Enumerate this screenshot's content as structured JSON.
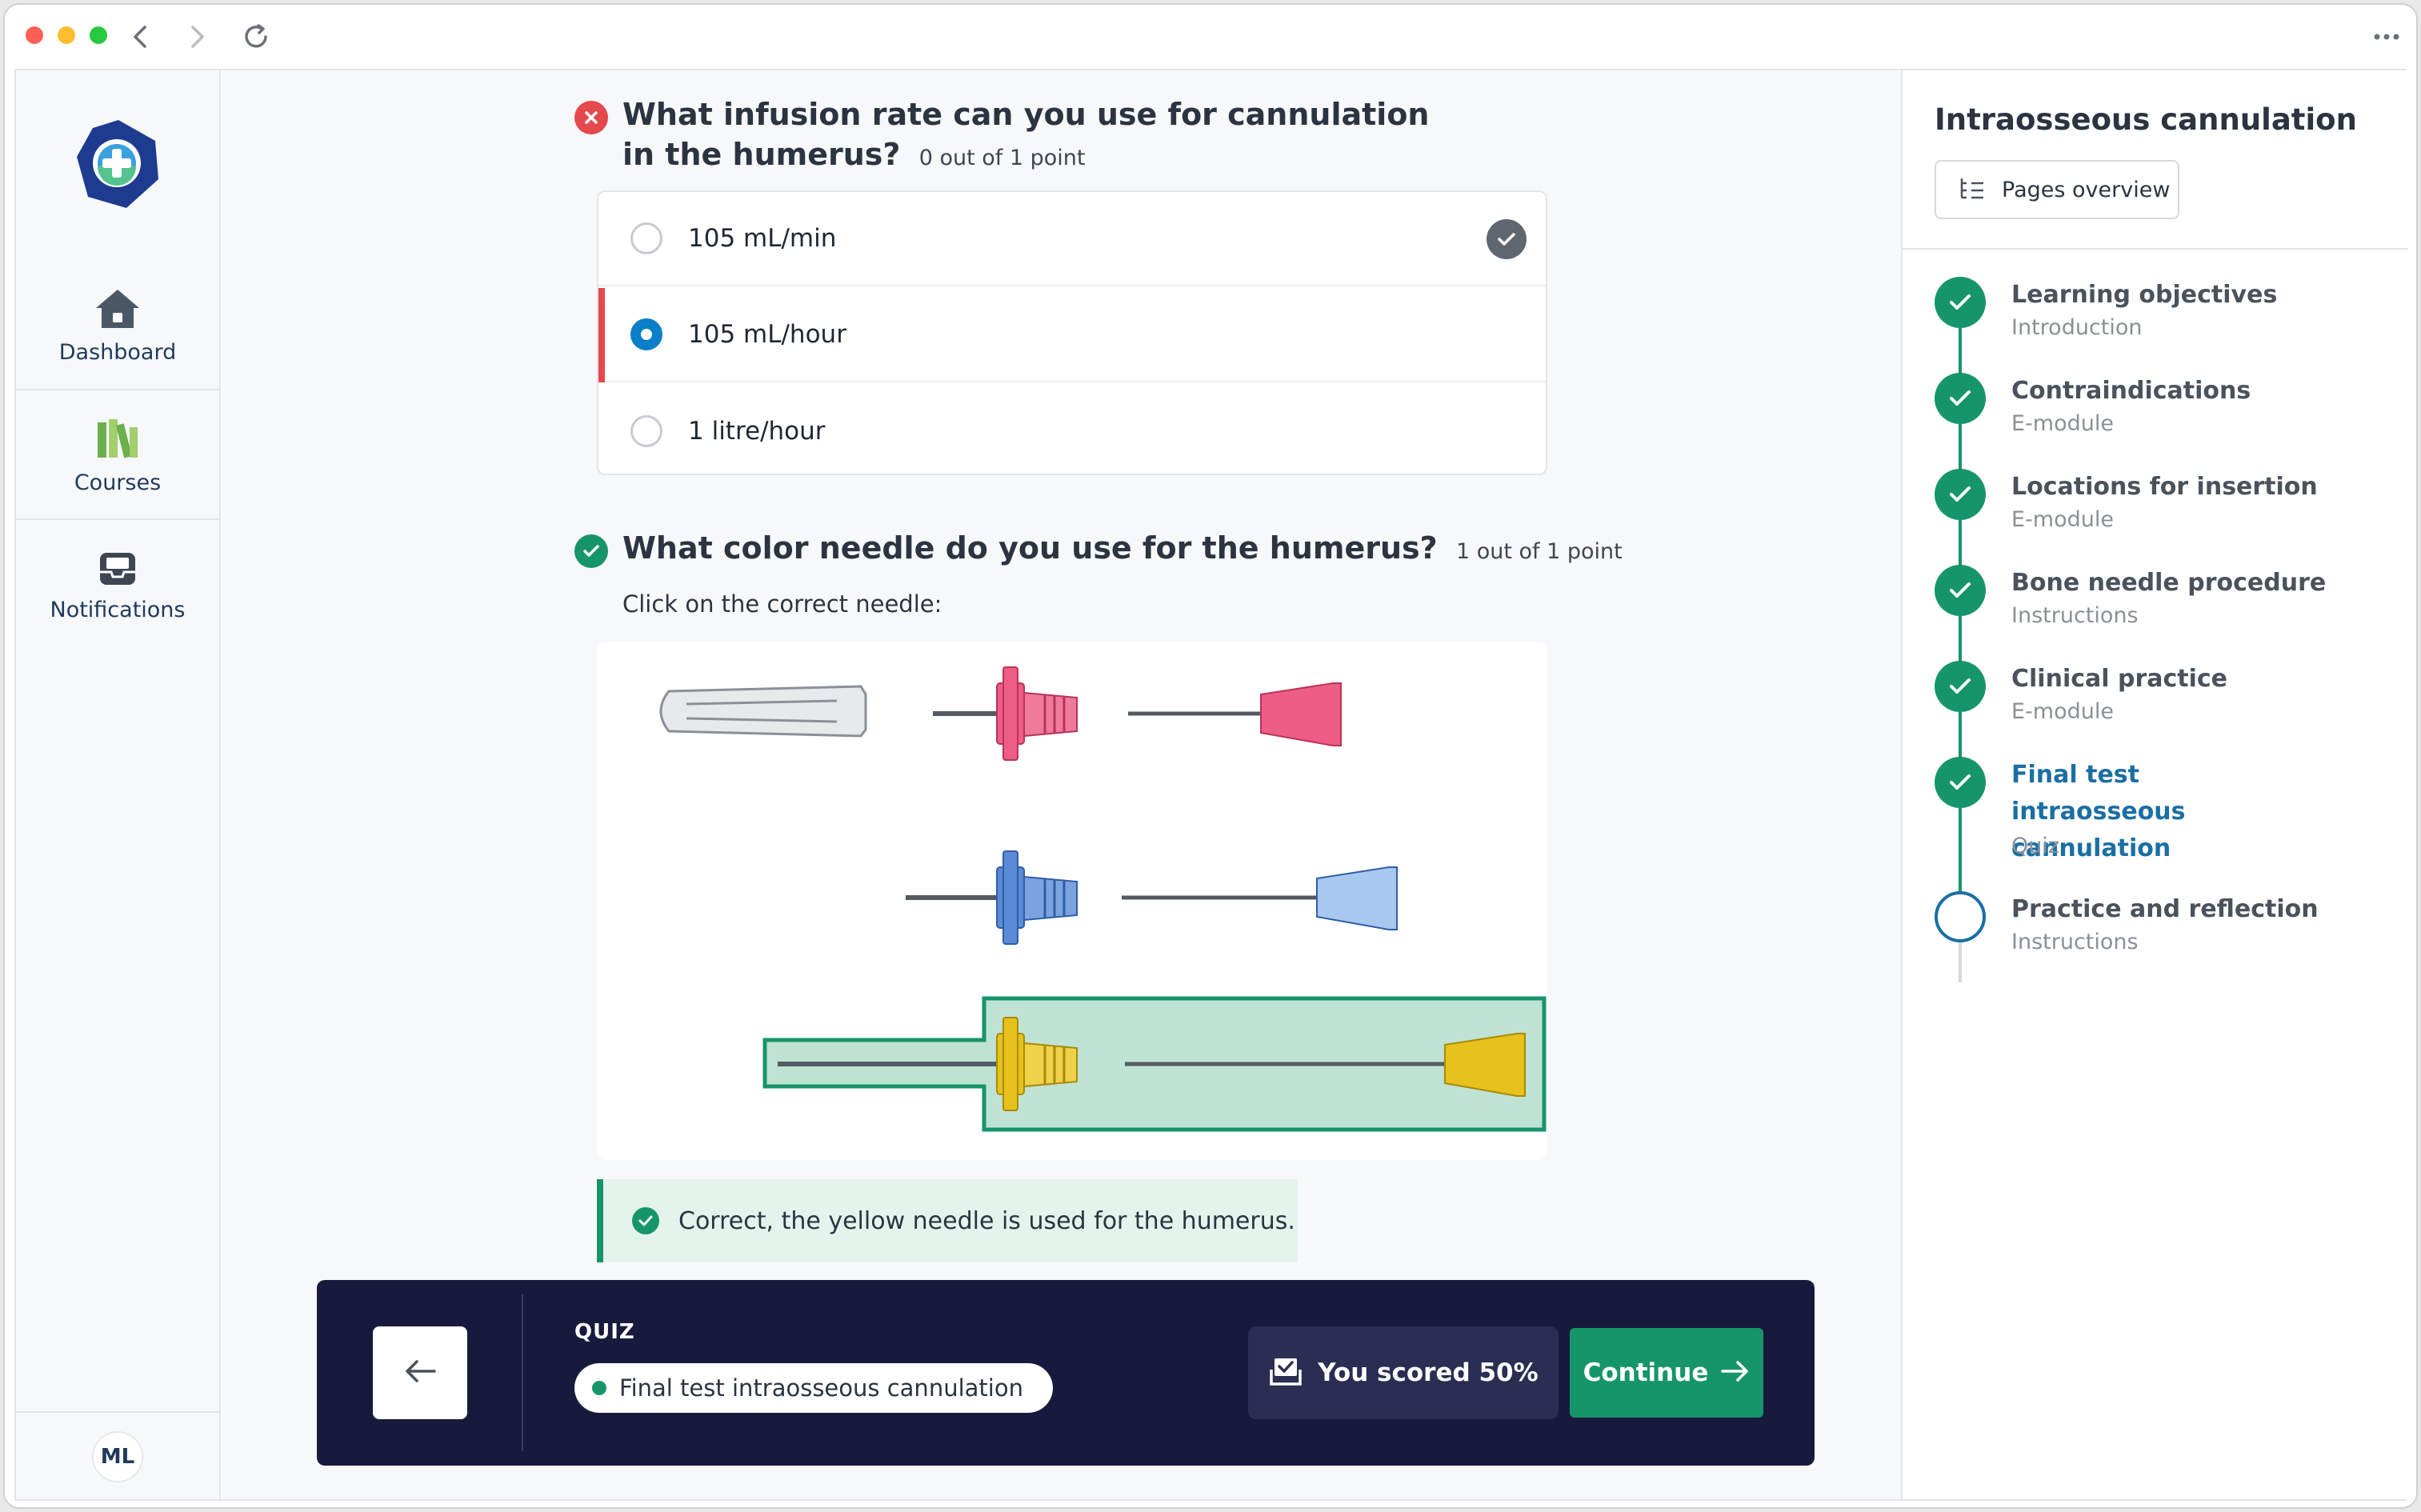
{
  "nav": {
    "items": [
      {
        "label": "Dashboard",
        "icon": "home-icon"
      },
      {
        "label": "Courses",
        "icon": "books-icon"
      },
      {
        "label": "Notifications",
        "icon": "inbox-icon"
      }
    ],
    "avatar": "ML"
  },
  "question1": {
    "title": "What infusion rate can you use for cannulation in the humerus?",
    "points": "0 out of 1 point",
    "status": "incorrect",
    "options": [
      {
        "label": "105 mL/min",
        "state": "correct-answer"
      },
      {
        "label": "105 mL/hour",
        "state": "selected-wrong"
      },
      {
        "label": "1 litre/hour",
        "state": "unselected"
      }
    ]
  },
  "question2": {
    "title": "What color needle do you use for the humerus?",
    "points": "1 out of 1 point",
    "status": "correct",
    "prompt": "Click on the correct needle:",
    "needles": [
      {
        "color": "pink",
        "hex": "#ee5d86"
      },
      {
        "color": "blue",
        "hex": "#5b8bd6"
      },
      {
        "color": "yellow",
        "hex": "#e8c21c",
        "selected": true
      }
    ],
    "feedback": "Correct, the yellow needle is used for the humerus."
  },
  "footer": {
    "section": "QUIZ",
    "pill": "Final test intraosseous cannulation",
    "score": "You scored 50%",
    "continue": "Continue"
  },
  "course": {
    "title": "Intraosseous cannulation",
    "overview_button": "Pages overview",
    "steps": [
      {
        "title": "Learning objectives",
        "sub": "Introduction",
        "done": true
      },
      {
        "title": "Contraindications",
        "sub": "E-module",
        "done": true
      },
      {
        "title": "Locations for insertion",
        "sub": "E-module",
        "done": true
      },
      {
        "title": "Bone needle procedure",
        "sub": "Instructions",
        "done": true
      },
      {
        "title": "Clinical practice",
        "sub": "E-module",
        "done": true
      },
      {
        "title": "Final test intraosseous cannulation",
        "sub": "Quiz",
        "done": true,
        "current": true
      },
      {
        "title": "Practice and reflection",
        "sub": "Instructions",
        "done": false
      }
    ]
  },
  "colors": {
    "accent_green": "#17956a",
    "error_red": "#e5484d",
    "link_blue": "#1a6fa3",
    "footer_bg": "#181a3d"
  }
}
